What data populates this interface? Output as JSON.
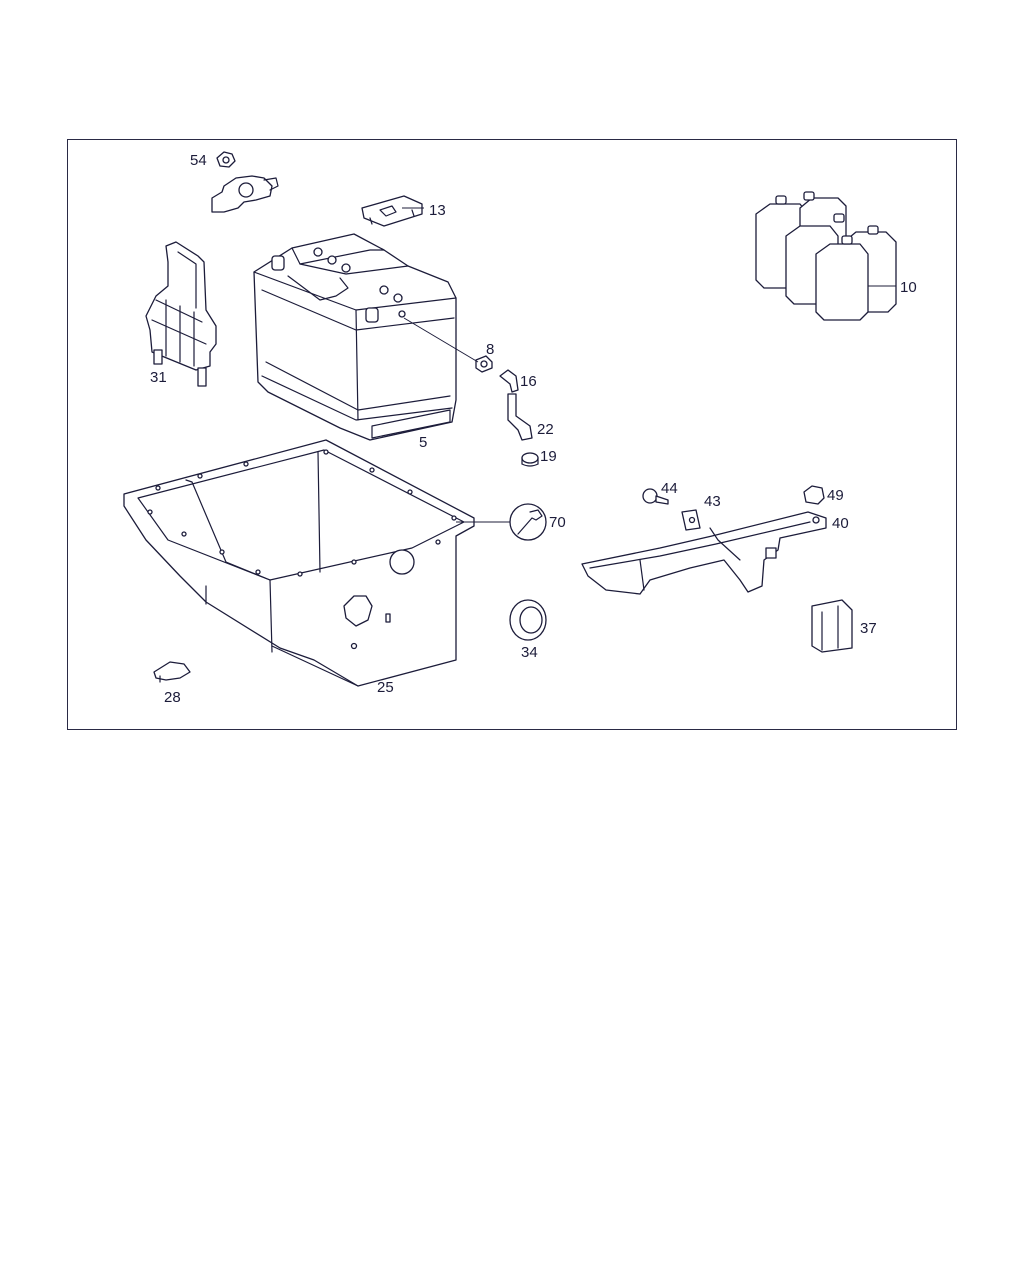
{
  "diagram": {
    "callouts": {
      "c54": "54",
      "c13": "13",
      "c10": "10",
      "c31": "31",
      "c8": "8",
      "c16": "16",
      "c22": "22",
      "c5": "5",
      "c19": "19",
      "c44": "44",
      "c43": "43",
      "c49": "49",
      "c40": "40",
      "c70": "70",
      "c37": "37",
      "c34": "34",
      "c28": "28",
      "c25": "25"
    },
    "colors": {
      "line": "#1c1c3a",
      "background": "#ffffff"
    },
    "icons": {
      "service-note": "wrench-icon"
    }
  }
}
